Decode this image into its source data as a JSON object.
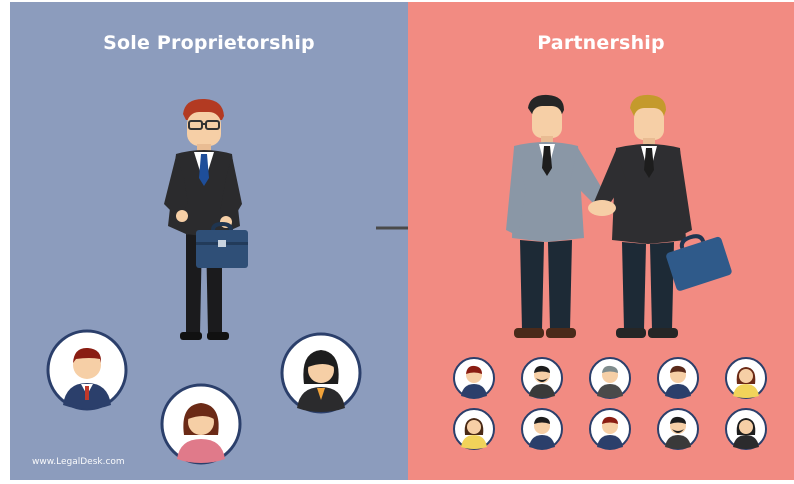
{
  "left_panel": {
    "title": "Sole Proprietorship",
    "background": "#8c9cbd",
    "figures": [
      "businessman-with-briefcase"
    ],
    "avatars": [
      "male-avatar",
      "female-avatar",
      "female-avatar"
    ]
  },
  "right_panel": {
    "title": "Partnership",
    "background": "#f28b82",
    "figures": [
      "businessmen-handshake"
    ],
    "avatar_grid": {
      "rows": 2,
      "columns": 5
    }
  },
  "watermark": "www.LegalDesk.com",
  "arrow": "arrow-right-icon"
}
